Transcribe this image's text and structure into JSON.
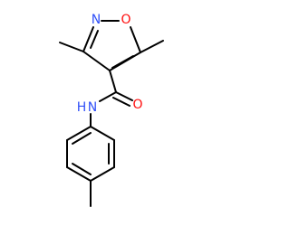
{
  "molecule": {
    "name": "",
    "atom_labels": {
      "n_ring": "N",
      "o_ring": "O",
      "nh": "N",
      "nh_h": "H",
      "o_carbonyl": "O"
    }
  },
  "colors": {
    "bond": "#000000",
    "nitrogen": "#3050f8",
    "oxygen": "#ff0d0d",
    "background": "#ffffff"
  }
}
